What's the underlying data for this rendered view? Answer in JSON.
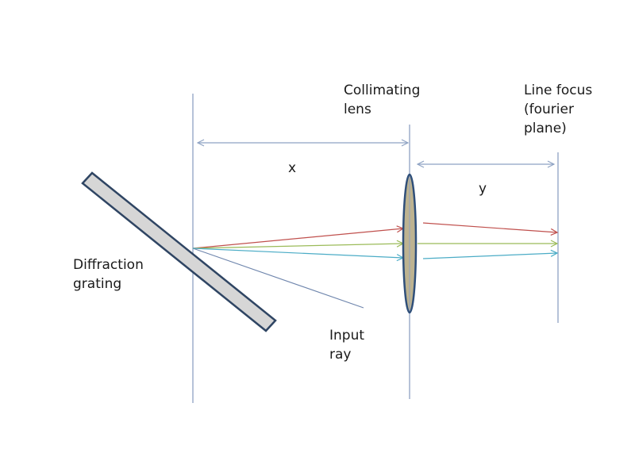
{
  "labels": {
    "collimating_lens": "Collimating\nlens",
    "line_focus": "Line focus\n(fourier\nplane)",
    "distance_x": "x",
    "distance_y": "y",
    "diffraction_grating": "Diffraction\ngrating",
    "input_ray": "Input\nray"
  },
  "colors": {
    "guide_line": "#8ea2c3",
    "grating_fill": "#d6d6d6",
    "grating_stroke": "#2f4563",
    "lens_fill": "#bdb391",
    "lens_stroke": "#2f4f7a",
    "ray_red": "#c0504d",
    "ray_green": "#9bbb59",
    "ray_cyan": "#4bacc6",
    "input_ray": "#6f86ad"
  }
}
